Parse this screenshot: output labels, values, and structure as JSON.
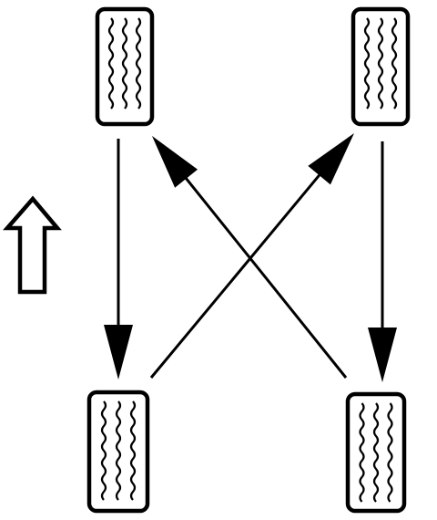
{
  "diagram": {
    "type": "tire-rotation-pattern",
    "colors": {
      "ink": "#000000",
      "paper": "#ffffff"
    },
    "forward_arrow_icon": "up-arrow-outline-icon",
    "tires": [
      {
        "id": "front-left",
        "icon": "tire-icon"
      },
      {
        "id": "front-right",
        "icon": "tire-icon"
      },
      {
        "id": "rear-left",
        "icon": "tire-icon"
      },
      {
        "id": "rear-right",
        "icon": "tire-icon"
      }
    ],
    "moves": [
      {
        "from": "front-left",
        "to": "rear-left"
      },
      {
        "from": "front-right",
        "to": "rear-right"
      },
      {
        "from": "rear-left",
        "to": "front-right"
      },
      {
        "from": "rear-right",
        "to": "front-left"
      }
    ]
  }
}
